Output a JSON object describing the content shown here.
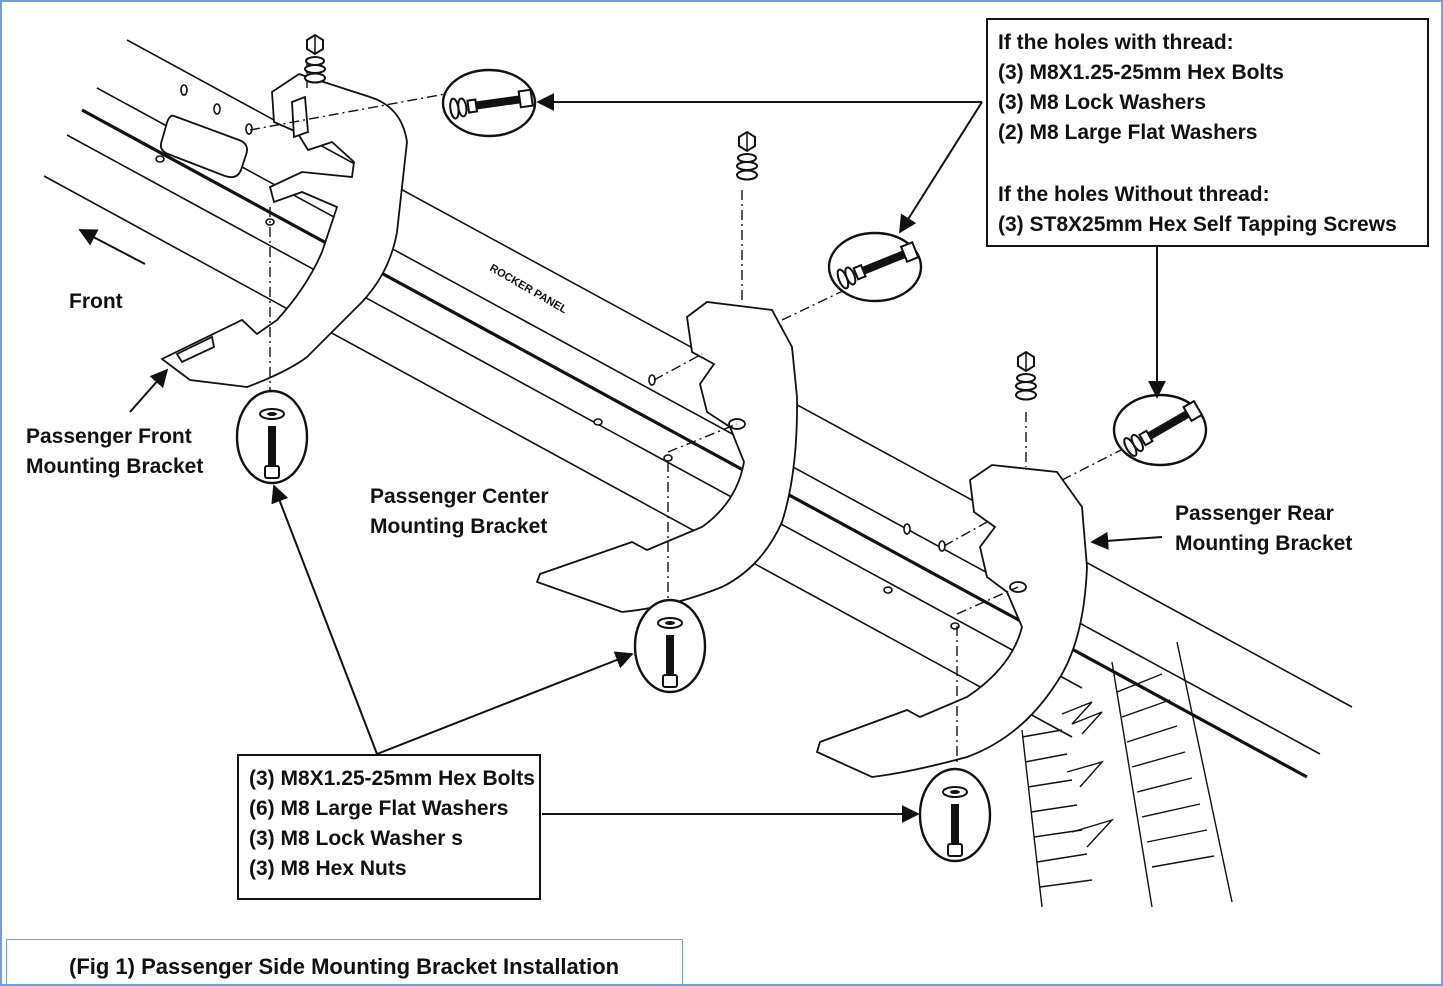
{
  "figure": {
    "caption": "(Fig 1)  Passenger Side Mounting Bracket Installation",
    "front_label": "Front",
    "panel_label": "ROCKER PANEL",
    "brackets": {
      "front": [
        "Passenger  Front",
        "Mounting Bracket"
      ],
      "center": [
        "Passenger Center",
        "Mounting Bracket"
      ],
      "rear": [
        "Passenger Rear",
        "Mounting Bracket"
      ]
    },
    "top_callout": {
      "threaded_heading": "If the holes with thread:",
      "threaded_items": [
        "(3) M8X1.25-25mm Hex Bolts",
        "(3) M8 Lock Washers",
        "(2) M8 Large Flat Washers"
      ],
      "unthreaded_heading": "If the holes Without thread:",
      "unthreaded_items": [
        "(3) ST8X25mm Hex Self Tapping Screws"
      ]
    },
    "bottom_callout": [
      "(3) M8X1.25-25mm Hex Bolts",
      "(6) M8 Large Flat Washers",
      "(3) M8 Lock Washer s",
      "(3) M8 Hex Nuts"
    ]
  },
  "colors": {
    "frame_border": "#6fa0e6",
    "ink": "#111111"
  },
  "icons": [
    "hex-bolt-icon",
    "lock-washer-icon",
    "hex-nut-icon",
    "flat-washer-icon",
    "arrow-icon"
  ]
}
